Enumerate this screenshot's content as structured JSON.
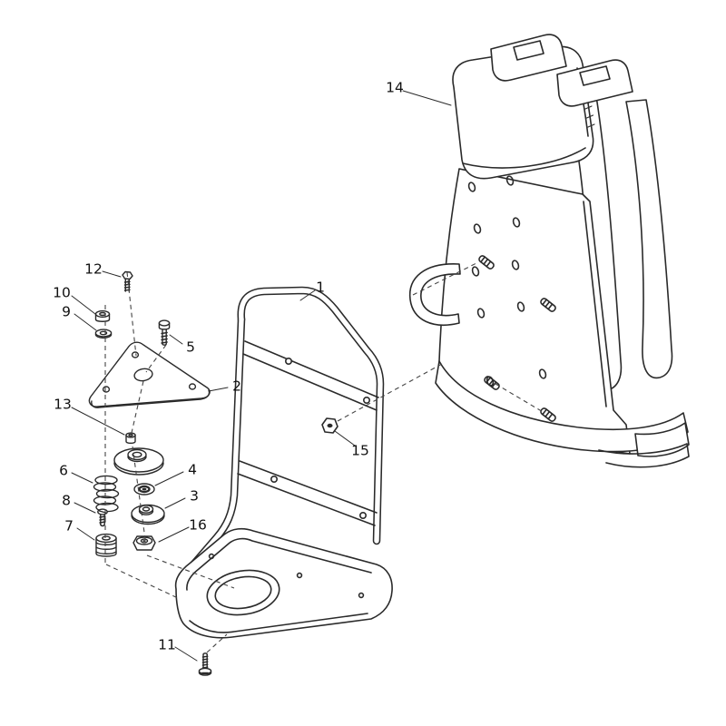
{
  "diagram": {
    "background": "#ffffff",
    "line_color": "#2a2a2a",
    "dash_color": "#444444",
    "label_color": "#111111",
    "parts": [
      {
        "num": "1"
      },
      {
        "num": "2"
      },
      {
        "num": "3"
      },
      {
        "num": "4"
      },
      {
        "num": "5"
      },
      {
        "num": "6"
      },
      {
        "num": "7"
      },
      {
        "num": "8"
      },
      {
        "num": "9"
      },
      {
        "num": "10"
      },
      {
        "num": "11"
      },
      {
        "num": "12"
      },
      {
        "num": "13"
      },
      {
        "num": "14"
      },
      {
        "num": "15"
      },
      {
        "num": "16"
      }
    ]
  }
}
